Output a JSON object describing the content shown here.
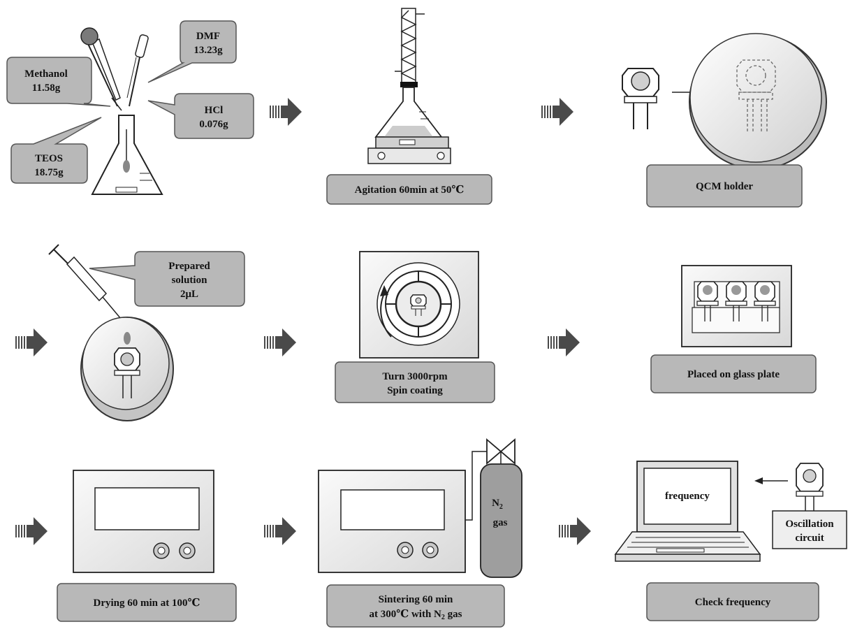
{
  "step1": {
    "methanol_name": "Methanol",
    "methanol_amount": "11.58g",
    "dmf_name": "DMF",
    "dmf_amount": "13.23g",
    "hcl_name": "HCl",
    "hcl_amount": "0.076g",
    "teos_name": "TEOS",
    "teos_amount": "18.75g"
  },
  "step2": {
    "label": "Agitation 60min at  50℃"
  },
  "step3": {
    "label": "QCM holder"
  },
  "step4": {
    "callout_line1": "Prepared",
    "callout_line2": "solution",
    "callout_line3": "2μL"
  },
  "step5": {
    "label_line1": "Turn 3000rpm",
    "label_line2": "Spin coating"
  },
  "step6": {
    "label": "Placed on glass plate"
  },
  "step7": {
    "label": "Drying 60 min at 100℃"
  },
  "step8": {
    "label_line1": "Sintering 60 min",
    "label_line2_pre": "at 300℃ with N",
    "label_line2_sub": "2",
    "label_line2_post": " gas",
    "tank_formula": "N",
    "tank_formula_sub": "2",
    "tank_word": "gas"
  },
  "step9": {
    "screen_text": "frequency",
    "circuit_line1": "Oscillation",
    "circuit_line2": "circuit",
    "label": "Check  frequency"
  },
  "colors": {
    "box_fill": "#b8b8b8",
    "box_stroke": "#555555",
    "arrow": "#4a4a4a",
    "light_fill": "#e6e6e6",
    "dark_gray": "#7a7a7a"
  }
}
